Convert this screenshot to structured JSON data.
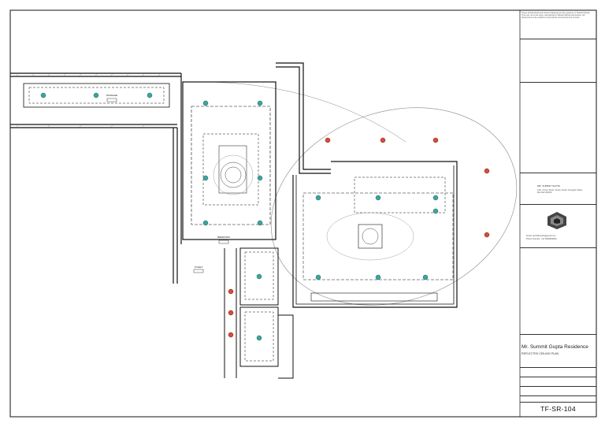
{
  "title_block": {
    "notes": "These architectural and interior drawings are the property of Twofold Studio. They are not to be used, reproduced or altered without permission. All dimensions to be verified on site before commencement of work.",
    "client_name": "MR. SUMMIT GUPTA",
    "client_address": "12th, Green Tower, Sector, Road, Goregaon West, Mumbai 400104",
    "contact_email": "Email: twofoldstudio@gmail.com",
    "contact_phone": "Phone Number: +91 9999999999",
    "project_title": "Mr. Summit Gupta Residence",
    "drawing_subtitle": "REFLECTED CEILING PLAN",
    "drawing_number": "TF-SR-104"
  },
  "room_labels": {
    "passage": "PASSAGE",
    "bedroom": "BEDROOM",
    "toilet": "TOILET"
  },
  "colors": {
    "line": "#111111",
    "fixture_teal": "#3aa6a0",
    "fixture_red": "#d84a3a",
    "curve": "#888888"
  }
}
